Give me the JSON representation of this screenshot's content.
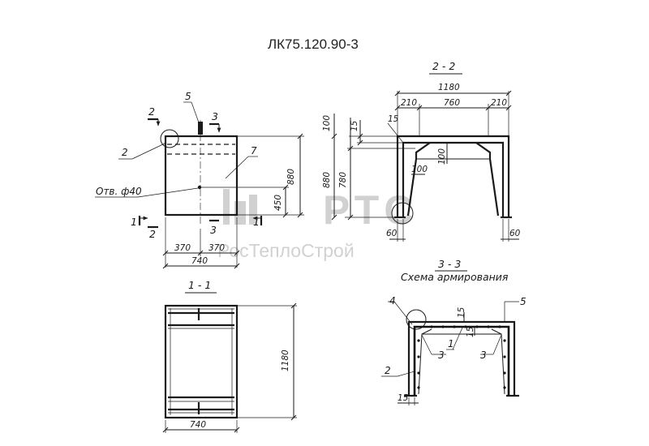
{
  "title": "ЛК75.120.90-3",
  "watermark": {
    "brand": "РТС",
    "company": "РосТеплоСтрой"
  },
  "front_view": {
    "dims": {
      "total_height": "880",
      "half_width_left": "370",
      "half_width_right": "370",
      "total_width": "740",
      "hole_height": "450"
    },
    "hole_note": "Отв. ф40",
    "callouts": {
      "part_2": "2",
      "part_5": "5",
      "part_7": "7"
    },
    "cuts": {
      "top_2": "2",
      "bottom_2": "2",
      "bottom_1": "1",
      "right_1": "1",
      "top_3": "3",
      "bottom_3": "3"
    }
  },
  "section_2_2": {
    "label": "2 - 2",
    "dims": {
      "total_width": "1180",
      "left": "210",
      "middle": "760",
      "right": "210",
      "h_top": "100",
      "h_small": "15",
      "h_inner": "780",
      "h_total": "880",
      "inner_100": "100",
      "inner_100_v": "100",
      "leg_left": "60",
      "leg_right": "60"
    }
  },
  "section_1_1": {
    "label": "1 - 1",
    "dims": {
      "length": "1180",
      "width": "740"
    }
  },
  "section_3_3": {
    "label": "3 - 3",
    "subtitle": "Схема армирования",
    "callouts": {
      "c4": "4",
      "c5": "5",
      "c2": "2",
      "c1": "1",
      "c3a": "3",
      "c3b": "3",
      "c15_top": "15",
      "c15_mid": "15",
      "c15_bottom": "15"
    }
  }
}
